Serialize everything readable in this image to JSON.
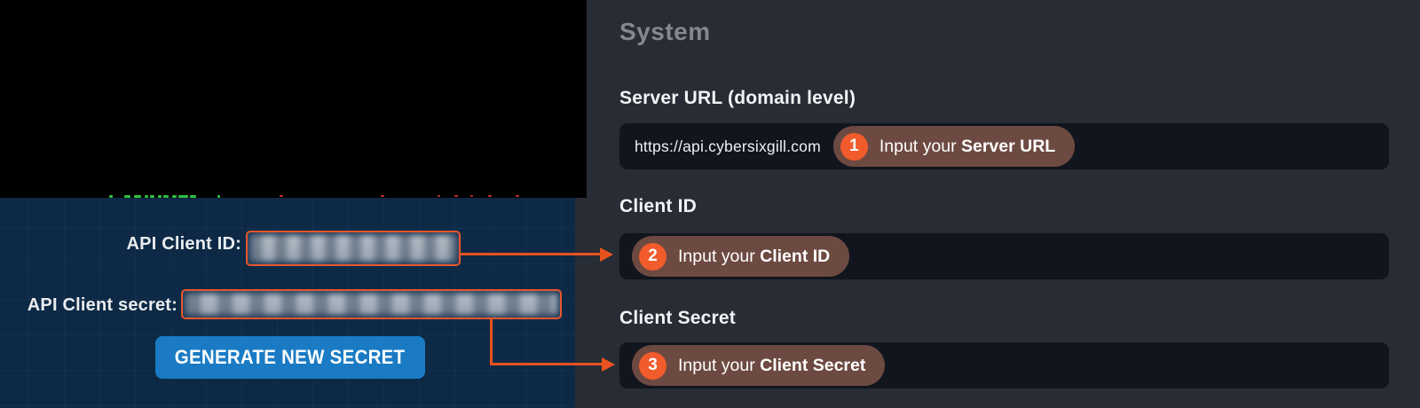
{
  "colors": {
    "accent_orange": "#f25b2b",
    "arrow_orange": "#e8521f",
    "badge_brown": "#6d4a41",
    "button_blue": "#1a7bc4",
    "left_panel_navy": "#0d2945",
    "right_panel_bg": "#272c35",
    "input_bg": "#11151e",
    "title_gray": "#85888e",
    "outline_orange": "#e7562b"
  },
  "right_panel": {
    "title": "System",
    "fields": [
      {
        "label": "Server URL (domain level)",
        "value": "https://api.cybersixgill.com",
        "badge": {
          "number": "1",
          "prefix": "Input your ",
          "bold": "Server URL"
        }
      },
      {
        "label": "Client ID",
        "badge": {
          "number": "2",
          "prefix": "Input your ",
          "bold": "Client ID"
        }
      },
      {
        "label": "Client Secret",
        "badge": {
          "number": "3",
          "prefix": "Input your ",
          "bold": "Client Secret"
        }
      }
    ]
  },
  "left_panel": {
    "client_id_label": "API Client ID:",
    "client_secret_label": "API Client secret:",
    "button_label": "GENERATE NEW SECRET"
  }
}
